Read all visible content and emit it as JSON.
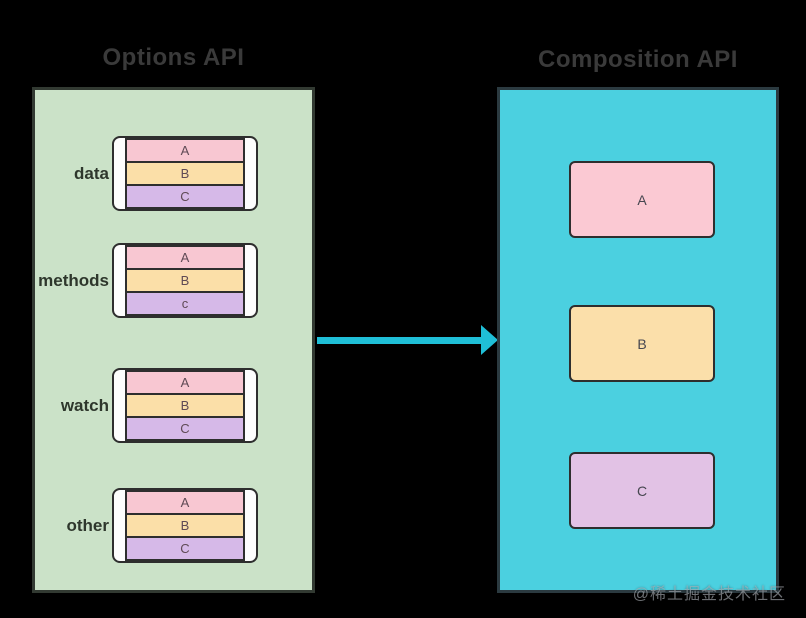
{
  "titles": {
    "left": "Options API",
    "right": "Composition API"
  },
  "options_panel": {
    "groups": [
      {
        "label": "data",
        "rows": [
          "A",
          "B",
          "C"
        ]
      },
      {
        "label": "methods",
        "rows": [
          "A",
          "B",
          "c"
        ]
      },
      {
        "label": "watch",
        "rows": [
          "A",
          "B",
          "C"
        ]
      },
      {
        "label": "other",
        "rows": [
          "A",
          "B",
          "C"
        ]
      }
    ]
  },
  "composition_panel": {
    "boxes": [
      "A",
      "B",
      "C"
    ]
  },
  "watermark": "@稀土掘金技术社区",
  "colors": {
    "options_panel_bg": "#cbe2c8",
    "composition_panel_bg": "#4bd0e0",
    "row_a": "#f8c7d2",
    "row_b": "#fbdfa8",
    "row_c": "#d6b9e8",
    "box_a": "#fbc9d3",
    "box_b": "#fbdfaa",
    "box_c": "#e2c2e5",
    "arrow": "#1fbfd7",
    "title_text": "#3a3a3a"
  }
}
